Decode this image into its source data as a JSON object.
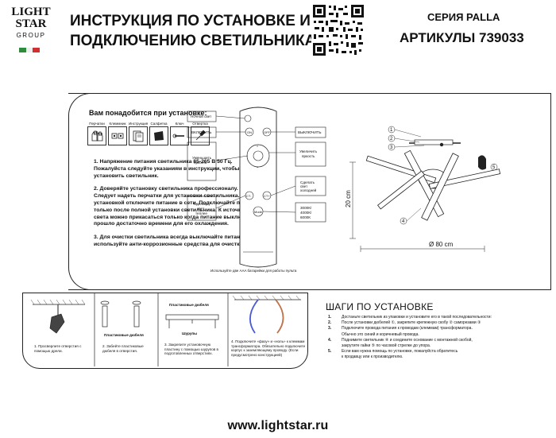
{
  "brand": {
    "line1": "LIGHT",
    "line2": "STAR",
    "line3": "GROUP",
    "flag_colors": [
      "#2e8b3c",
      "#ffffff",
      "#d32f2f"
    ]
  },
  "header": {
    "title_line1": "ИНСТРУКЦИЯ ПО УСТАНОВКЕ И",
    "title_line2": "ПОДКЛЮЧЕНИЮ СВЕТИЛЬНИКА",
    "series": "СЕРИЯ PALLA",
    "articles": "АРТИКУЛЫ 739033"
  },
  "requirements": {
    "title": "Вам понадобится при установке:",
    "tools": [
      {
        "label": "Перчатки",
        "icon": "gloves-icon"
      },
      {
        "label": "Клеммник",
        "icon": "terminal-block-icon"
      },
      {
        "label": "Инструкция",
        "icon": "manual-icon"
      },
      {
        "label": "Салфетка",
        "icon": "cloth-icon"
      },
      {
        "label": "Ключ",
        "icon": "wrench-icon"
      },
      {
        "label": "Отвертка",
        "icon": "screwdriver-icon"
      }
    ],
    "rules": [
      "1. Напряжение питания светильника 85-265 В 50 Гц. Пожалуйста следуйте указаниям в инструкции, чтобы установить светильник.",
      "2. Доверяйте установку светильника профессионалу. Следует надеть перчатки для установки светильника. Перед установкой отключите питание в сети. Подключайте питание только после полной установки светильника. К источнику света можно прикасаться только когда питание выключено и прошло достаточно времени для его охлаждения.",
      "3. Для очистки светильника всегда выключайте питание и используйте анти-коррозионные средства для очистки."
    ]
  },
  "remote": {
    "labels": {
      "night": "Ночной свет",
      "on": "ВКЛЮЧИТЬ",
      "off": "ВЫКЛЮЧИТЬ",
      "dim": "Уменьшить яркость",
      "bright": "Увеличить яркость",
      "cool": "Сделать свет холодней",
      "warm": "Сделать свет теплее",
      "temps": "3000К/ 4000К/ 6000К"
    },
    "buttons": {
      "on": "ON",
      "off": "OFF",
      "ct_minus": "CT-",
      "ct_plus": "CT+",
      "mode": "Mode"
    },
    "note": "Используйте две AAA батарейки для работы пульта"
  },
  "fixture": {
    "height_label": "20 cm",
    "diameter_label": "Ø 80 cm",
    "callouts": [
      "1",
      "2",
      "3",
      "4",
      "5"
    ]
  },
  "steps": [
    {
      "caption": "1. Просверлите отверстия с помощью дрели."
    },
    {
      "label": "Пластиковые дюбеля",
      "caption": "2. Забейте пластиковые дюбеля в отверстия."
    },
    {
      "label_top": "Пластиковые дюбеля",
      "label_bottom": "Шурупы",
      "caption": "3. Закрепите установочную пластину с помощью шурупов в подготовленных отверстиях."
    },
    {
      "caption": "4. Подключите «фазу» и «ноль» к клеммам трансформатора. Обязательно подключите корпус к заземляющему проводу. (Если предусмотрено конструкцией)"
    }
  ],
  "install": {
    "title": "ШАГИ ПО УСТАНОВКЕ",
    "items": [
      {
        "n": "1.",
        "text": "Достаньте светильник из упаковки и установите его в такой последовательности:"
      },
      {
        "n": "2.",
        "text": "После установки дюбелей ①, закрепите крепежную скобу ② саморезами ③"
      },
      {
        "n": "3.",
        "text": "Подключите провода питания к проводам (клеммам) трансформатора."
      },
      {
        "n": "",
        "text": "Обычно это синий и коричневый провода."
      },
      {
        "n": "4.",
        "text": "Поднимите светильник ④ и соедините основание с монтажной скобой,"
      },
      {
        "n": "",
        "text": "закрутите гайки ⑤ по часовой стрелке до упора."
      },
      {
        "n": "5.",
        "text": "Если вам нужна помощь по установке, пожалуйста обратитесь"
      },
      {
        "n": "",
        "text": "к продавцу или к производителю."
      }
    ]
  },
  "footer": {
    "website": "www.lightstar.ru"
  }
}
